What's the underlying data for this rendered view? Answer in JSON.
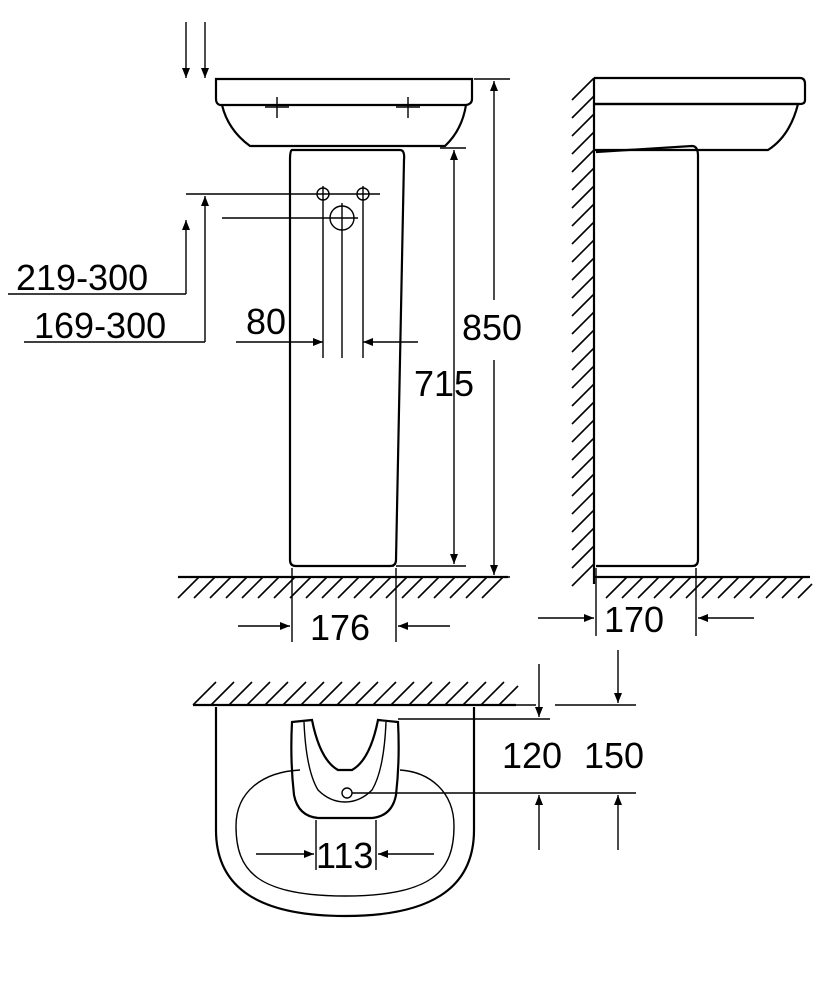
{
  "front_view": {
    "dims": {
      "height_total": "850",
      "height_pedestal": "715",
      "hole_spacing": "80",
      "waste_height_a": "219-300",
      "waste_height_b": "169-300",
      "pedestal_width": "176"
    }
  },
  "side_view": {
    "dims": {
      "pedestal_depth": "170"
    }
  },
  "top_view": {
    "dims": {
      "wall_to_hole": "120",
      "wall_to_centre": "150",
      "opening_width": "113"
    }
  },
  "colors": {
    "line": "#000000",
    "background": "#ffffff"
  }
}
